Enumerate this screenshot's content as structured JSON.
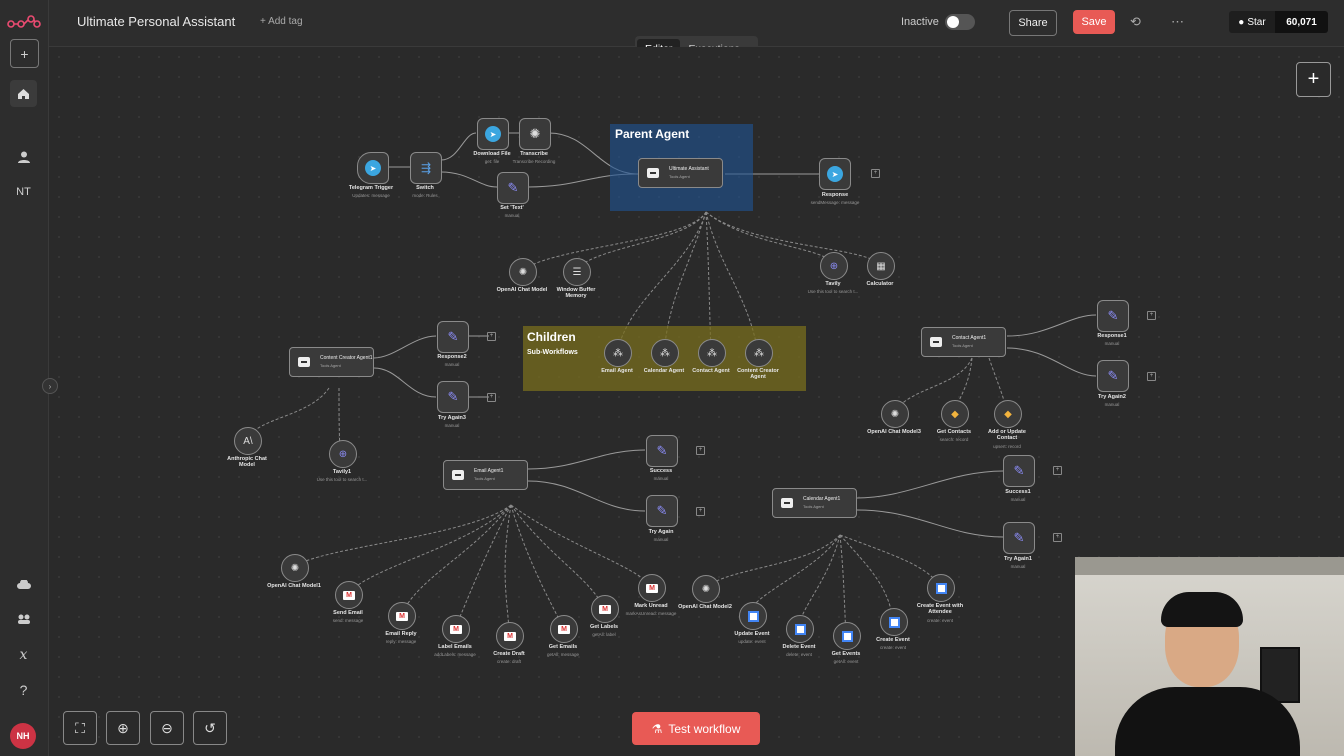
{
  "app": {
    "logo_icon": "n8n-logo-icon"
  },
  "header": {
    "title": "Ultimate Personal Assistant",
    "add_tag": "+ Add tag",
    "status_label": "Inactive",
    "share": "Share",
    "save": "Save",
    "github_star": "Star",
    "github_count": "60,071"
  },
  "tabs": [
    "Editor",
    "Executions"
  ],
  "sidebar": {
    "nt": "NT",
    "avatar": "NH"
  },
  "canvas": {
    "test_workflow": "Test workflow",
    "sticky_parent": "Parent Agent",
    "sticky_children": "Children",
    "sticky_children_sub": "Sub-Workflows"
  },
  "nodes": {
    "telegram_trigger": {
      "label": "Telegram Trigger",
      "sub": "Updates: message"
    },
    "switch": {
      "label": "Switch",
      "sub": "mode: Rules"
    },
    "download_file": {
      "label": "Download File",
      "sub": "get: file"
    },
    "transcribe": {
      "label": "Transcribe",
      "sub": "Transcribe Recording"
    },
    "set_text": {
      "label": "Set 'Text'",
      "sub": "manual"
    },
    "ultimate_assistant": {
      "label": "Ultimate Assistant",
      "sub": "Tools Agent"
    },
    "response": {
      "label": "Response",
      "sub": "sendMessage: message"
    },
    "openai_chat_model": {
      "label": "OpenAI Chat Model"
    },
    "window_buffer_memory": {
      "label": "Window Buffer Memory"
    },
    "tavily": {
      "label": "Tavily",
      "sub": "Use this tool to search t..."
    },
    "calculator": {
      "label": "Calculator"
    },
    "content_creator_agent1": {
      "label": "Content Creator Agent1",
      "sub": "Tools Agent"
    },
    "response2": {
      "label": "Response2",
      "sub": "manual"
    },
    "try_again3": {
      "label": "Try Again3",
      "sub": "manual"
    },
    "anthropic_chat_model": {
      "label": "Anthropic Chat Model"
    },
    "tavily1": {
      "label": "Tavily1",
      "sub": "Use this tool to search t..."
    },
    "email_agent": {
      "label": "Email Agent"
    },
    "calendar_agent": {
      "label": "Calendar Agent"
    },
    "contact_agent": {
      "label": "Contact Agent"
    },
    "content_creator_agent": {
      "label": "Content Creator Agent"
    },
    "contact_agent1": {
      "label": "Contact Agent1",
      "sub": "Tools Agent"
    },
    "response1": {
      "label": "Response1",
      "sub": "manual"
    },
    "try_again2": {
      "label": "Try Again2",
      "sub": "manual"
    },
    "openai_chat_model3": {
      "label": "OpenAI Chat Model3"
    },
    "get_contacts": {
      "label": "Get Contacts",
      "sub": "search: record"
    },
    "add_update_contact": {
      "label": "Add or Update Contact",
      "sub": "upsert: record"
    },
    "email_agent1": {
      "label": "Email Agent1",
      "sub": "Tools Agent"
    },
    "success": {
      "label": "Success",
      "sub": "manual"
    },
    "try_again": {
      "label": "Try Again",
      "sub": "manual"
    },
    "openai_chat_model1": {
      "label": "OpenAI Chat Model1"
    },
    "send_email": {
      "label": "Send Email",
      "sub": "send: message"
    },
    "email_reply": {
      "label": "Email Reply",
      "sub": "reply: message"
    },
    "label_emails": {
      "label": "Label Emails",
      "sub": "addLabels: message"
    },
    "create_draft": {
      "label": "Create Draft",
      "sub": "create: draft"
    },
    "get_emails": {
      "label": "Get Emails",
      "sub": "getAll: message"
    },
    "get_labels": {
      "label": "Get Labels",
      "sub": "getAll: label"
    },
    "mark_unread": {
      "label": "Mark Unread",
      "sub": "markAsUnread: message"
    },
    "calendar_agent1": {
      "label": "Calendar Agent1",
      "sub": "Tools Agent"
    },
    "success1": {
      "label": "Success1",
      "sub": "manual"
    },
    "try_again1": {
      "label": "Try Again1",
      "sub": "manual"
    },
    "openai_chat_model2": {
      "label": "OpenAI Chat Model2"
    },
    "update_event": {
      "label": "Update Event",
      "sub": "update: event"
    },
    "delete_event": {
      "label": "Delete Event",
      "sub": "delete: event"
    },
    "get_events": {
      "label": "Get Events",
      "sub": "getAll: event"
    },
    "create_event": {
      "label": "Create Event",
      "sub": "create: event"
    },
    "create_event_attendee": {
      "label": "Create Event with Attendee",
      "sub": "create: event"
    }
  },
  "colors": {
    "accent": "#e85a55",
    "pen": "#8b8cf5",
    "telegram": "#3ba6e0"
  }
}
